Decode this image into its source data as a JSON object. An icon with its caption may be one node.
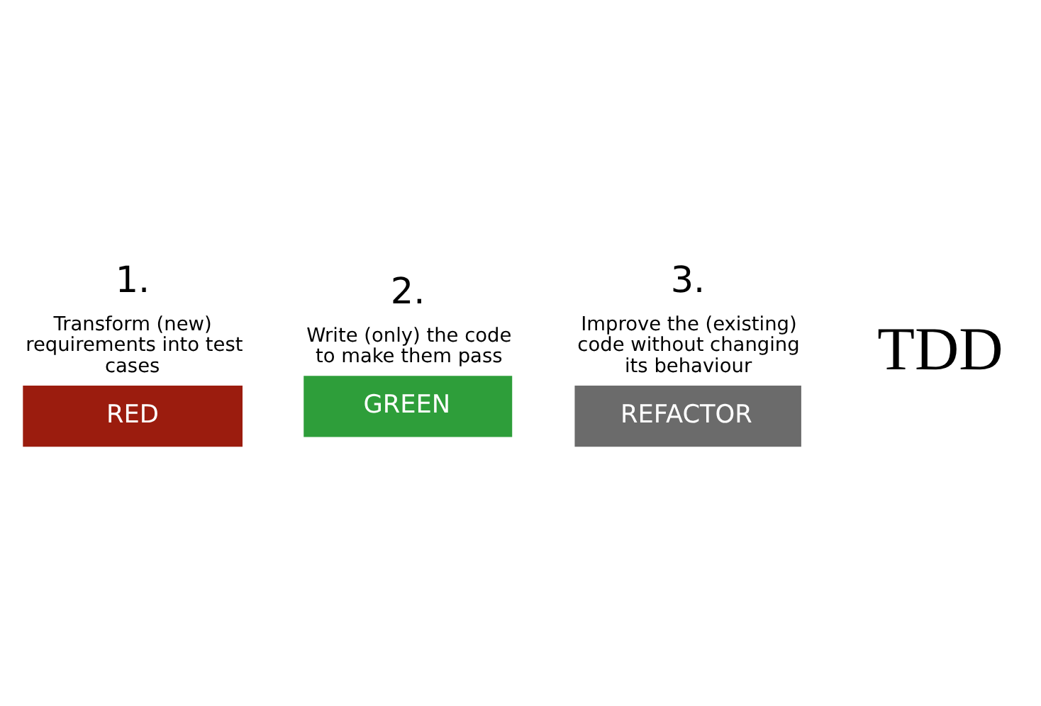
{
  "diagram": {
    "nodes": [
      {
        "text": [
          "RED"
        ],
        "beside": [
          "1.",
          "Transform (new) requirements into test cases"
        ]
      },
      {
        "text": [
          "GREEN"
        ],
        "beside": [
          "2.",
          "Write (only) the code to make them pass"
        ]
      },
      {
        "text": [
          "REFACTOR"
        ],
        "beside": [
          "3.",
          "Improve the (existing) code without changing its behaviour"
        ]
      }
    ],
    "labels": [
      "TDD"
    ]
  }
}
